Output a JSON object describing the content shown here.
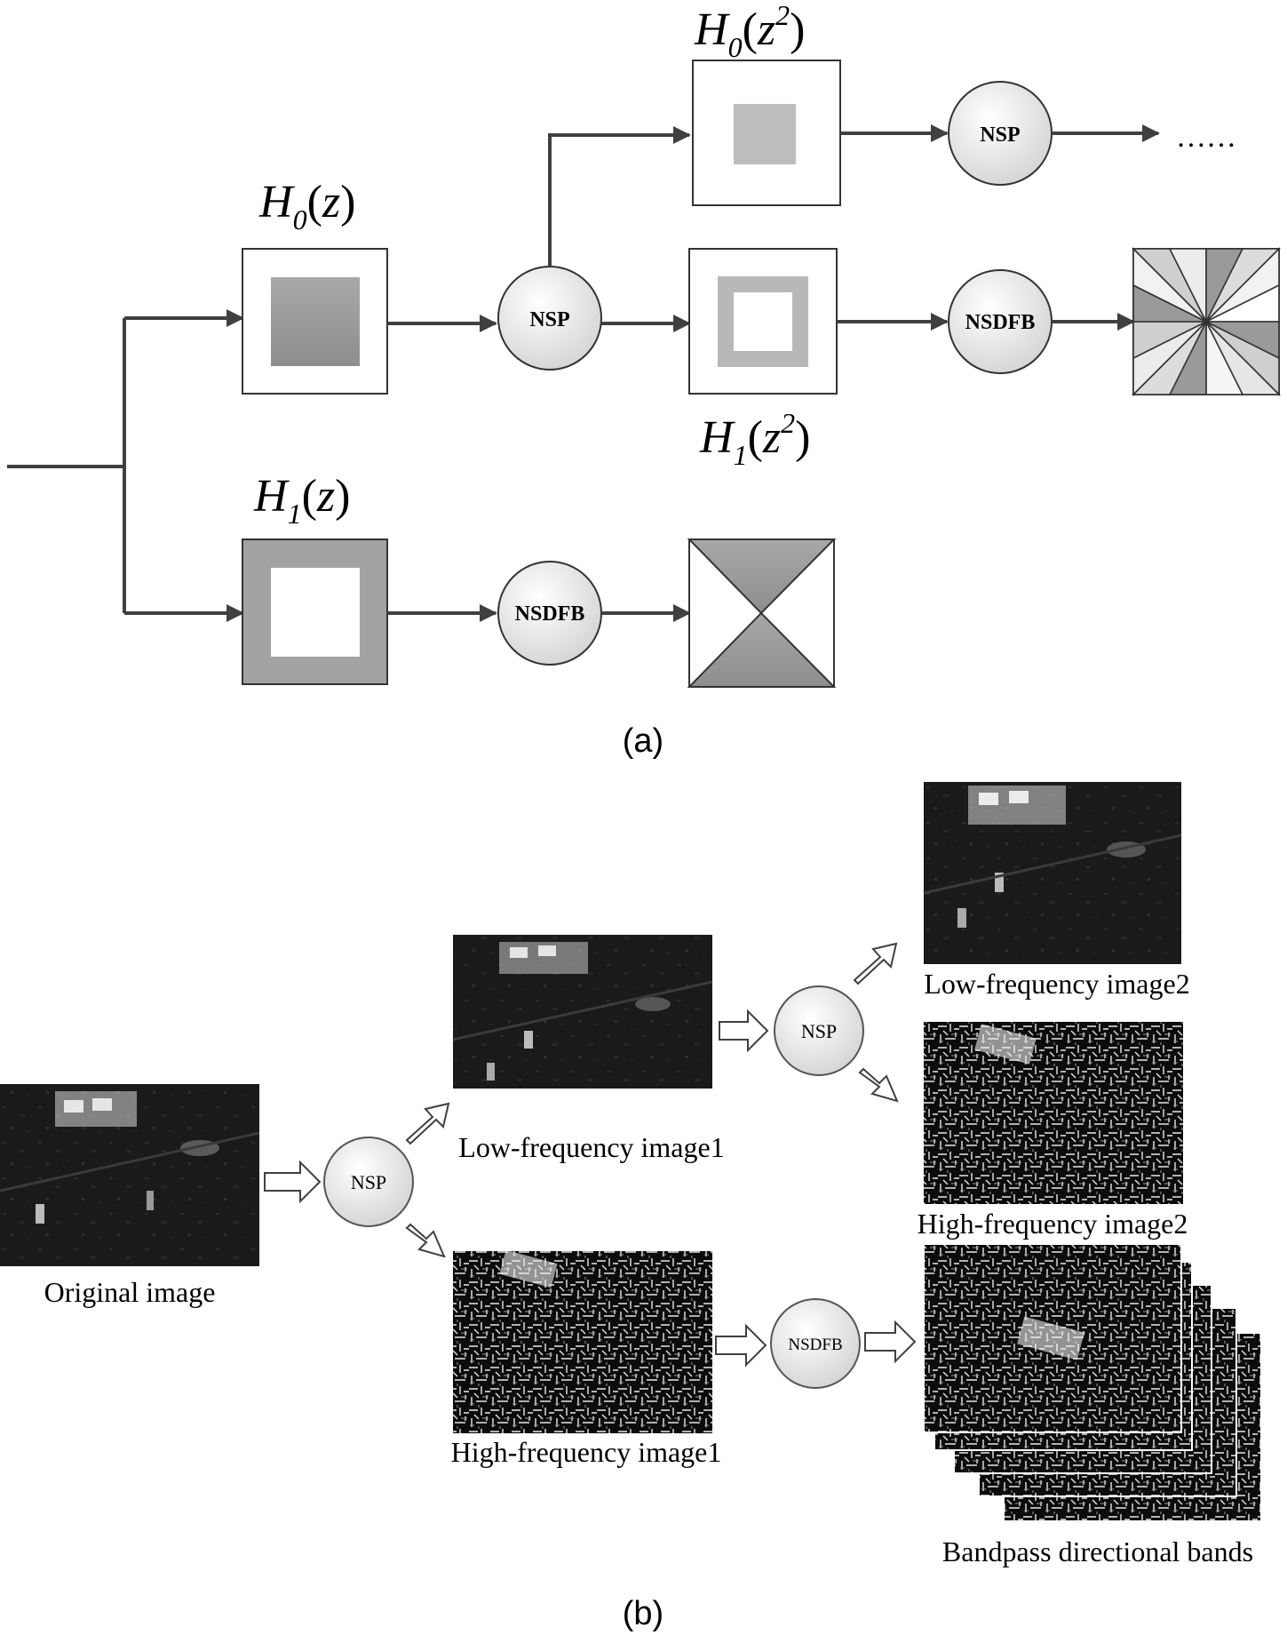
{
  "panel_a": {
    "caption": "(a)",
    "filters": {
      "h0_z": {
        "base": "H",
        "sub": "0",
        "open": "(",
        "var": "z",
        "sup": "",
        "close": ")"
      },
      "h1_z": {
        "base": "H",
        "sub": "1",
        "open": "(",
        "var": "z",
        "sup": "",
        "close": ")"
      },
      "h0_z2": {
        "base": "H",
        "sub": "0",
        "open": "(",
        "var": "z",
        "sup": "2",
        "close": ")"
      },
      "h1_z2": {
        "base": "H",
        "sub": "1",
        "open": "(",
        "var": "z",
        "sup": "2",
        "close": ")"
      }
    },
    "nodes": {
      "nsp_1": "NSP",
      "nsp_2": "NSP",
      "nsdfb_1": "NSDFB",
      "nsdfb_2": "NSDFB"
    },
    "continuation": "……"
  },
  "panel_b": {
    "caption": "(b)",
    "images": {
      "original": "Original image",
      "low1": "Low-frequency image1",
      "high1": "High-frequency image1",
      "low2": "Low-frequency image2",
      "high2": "High-frequency image2",
      "bands": "Bandpass directional bands"
    },
    "nodes": {
      "nsp_1": "NSP",
      "nsp_2": "NSP",
      "nsdfb": "NSDFB"
    }
  },
  "colors": {
    "line": "#404040",
    "box_stroke": "#333333",
    "fill_dark": "#9a9a9a",
    "fill_mid": "#b4b4b4",
    "fill_light": "#dcdcdc"
  }
}
